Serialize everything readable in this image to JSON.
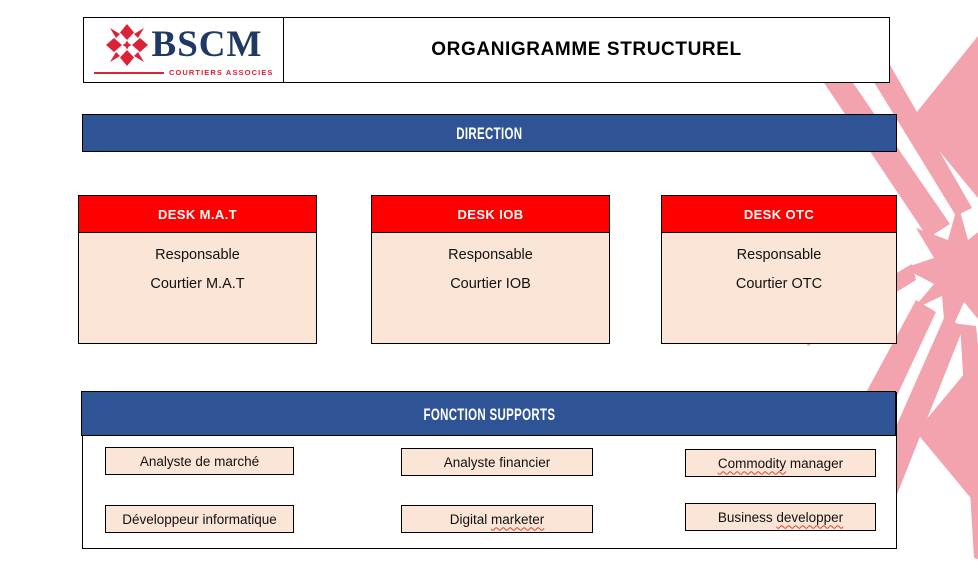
{
  "header": {
    "logo": {
      "brand": "BSCM",
      "tagline": "COURTIERS ASSOCIES"
    },
    "title": "ORGANIGRAMME STRUCTUREL"
  },
  "direction": {
    "label": "DIRECTION"
  },
  "desks": [
    {
      "title": "DESK M.A.T",
      "role1": "Responsable",
      "role2": "Courtier M.A.T"
    },
    {
      "title": "DESK IOB",
      "role1": "Responsable",
      "role2": "Courtier IOB"
    },
    {
      "title": "DESK OTC",
      "role1": "Responsable",
      "role2": "Courtier OTC"
    }
  ],
  "supports": {
    "label": "FONCTION SUPPORTS",
    "items": [
      {
        "pre": "Analyste de marché",
        "mark": "",
        "post": ""
      },
      {
        "pre": "Analyste financier",
        "mark": "",
        "post": ""
      },
      {
        "pre": "",
        "mark": "Commodity",
        "post": " manager"
      },
      {
        "pre": "Développeur informatique",
        "mark": "",
        "post": ""
      },
      {
        "pre": "Digital ",
        "mark": "marketer",
        "post": ""
      },
      {
        "pre": "Business ",
        "mark": "developper",
        "post": ""
      }
    ]
  },
  "colors": {
    "blue": "#2F5496",
    "red": "#FF0000",
    "peach": "#FBE5D6",
    "brand_navy": "#1F3864",
    "brand_red": "#DC2238",
    "watermark_pink": "#F2A3AE"
  }
}
